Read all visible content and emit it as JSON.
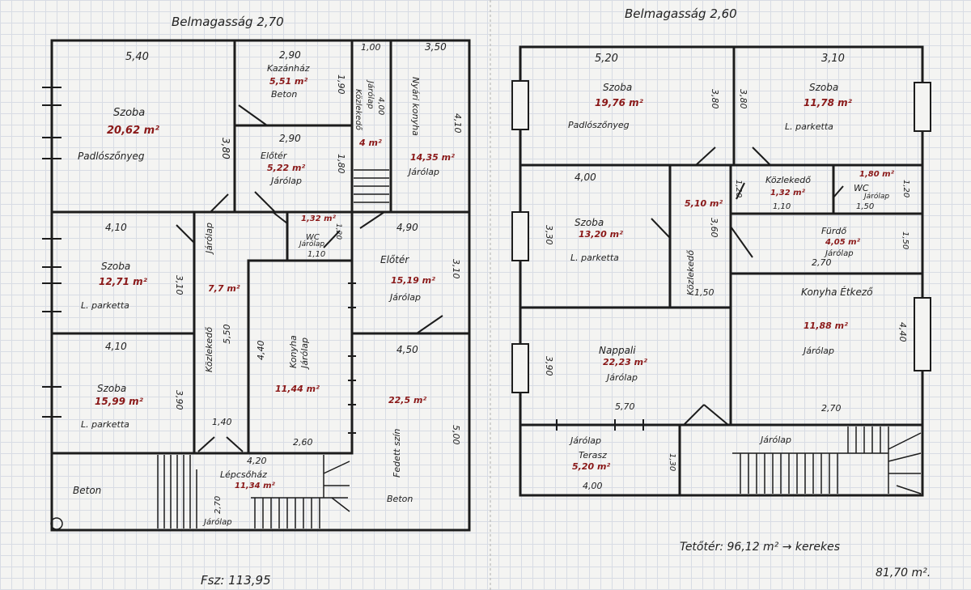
{
  "left_plan": {
    "ceiling_height": "Belmagasság 2,70",
    "total": "Fsz: 113,95",
    "rooms": {
      "room_1": {
        "width": "5,40",
        "name": "Szoba",
        "area": "20,62 m²",
        "floor": "Padlószőnyeg",
        "height": "3,80"
      },
      "bathroom": {
        "width": "2,90",
        "name": "Kazánház",
        "area": "5,51 m²",
        "floor": "Beton",
        "height": "1,90"
      },
      "corridor_small": {
        "width": "1,00",
        "name": "Közlekedő",
        "floor": "Járólap",
        "length": "4,00",
        "area": "4 m²"
      },
      "summer_kitchen": {
        "width": "3,50",
        "name": "Nyári konyha",
        "area": "14,35 m²",
        "floor": "Járólap",
        "height": "4,10"
      },
      "hall_1": {
        "width": "2,90",
        "name": "Előtér",
        "area": "5,22 m²",
        "floor": "Járólap",
        "height": "1,80"
      },
      "room_2": {
        "width": "4,10",
        "name": "Szoba",
        "area": "12,71 m²",
        "floor": "L. parketta",
        "height": "3,10"
      },
      "wc": {
        "area": "1,32 m²",
        "name": "WC",
        "floor": "Járólap",
        "width": "1,10",
        "height": "1,20"
      },
      "hall_2": {
        "width": "4,90",
        "name": "Előtér",
        "area": "15,19 m²",
        "floor": "Járólap",
        "height": "3,10"
      },
      "corridor_long": {
        "floor": "Járólap",
        "area": "7,7 m²",
        "name": "Közlekedő",
        "length": "5,50"
      },
      "kitchen": {
        "name": "Konyha",
        "floor": "Járólap",
        "area": "11,44 m²",
        "height": "4,40"
      },
      "room_3": {
        "width": "4,10",
        "name": "Szoba",
        "area": "15,99 m²",
        "floor": "L. parketta",
        "height": "3,90"
      },
      "covered_shed": {
        "width": "4,50",
        "area": "22,5 m²",
        "name": "Fedett szín",
        "floor": "Beton",
        "height": "5,00"
      },
      "stairwell": {
        "width": "4,20",
        "name": "Lépcsőház",
        "area": "11,34 m²",
        "floor": "Járólap",
        "height": "2,70"
      },
      "concrete_area": {
        "floor": "Beton"
      }
    },
    "misc_dims": {
      "d1": "1,40",
      "d2": "2,60"
    }
  },
  "right_plan": {
    "ceiling_height": "Belmagasság 2,60",
    "total_line": "Tetőtér: 96,12 m² → kerekes",
    "rounded": "81,70 m².",
    "rooms": {
      "room_a": {
        "width": "5,20",
        "name": "Szoba",
        "area": "19,76 m²",
        "floor": "Padlószőnyeg",
        "height": "3,80"
      },
      "room_b": {
        "width": "3,10",
        "name": "Szoba",
        "area": "11,78 m²",
        "floor": "L. parketta",
        "height": "3,80"
      },
      "room_c": {
        "width": "4,00",
        "name": "Szoba",
        "area": "13,20 m²",
        "floor": "L. parketta",
        "height": "3,30"
      },
      "corridor_a": {
        "area": "5,10 m²",
        "name": "Közlekedő",
        "height": "3,60",
        "width": "1,50"
      },
      "corridor_b": {
        "name": "Közlekedő",
        "area": "1,32 m²",
        "width": "1,10",
        "height": "1,20"
      },
      "wc": {
        "area": "1,80 m²",
        "name": "WC",
        "floor": "Járólap",
        "width": "1,50",
        "height": "1,20"
      },
      "bath": {
        "name": "Fürdő",
        "area": "4,05 m²",
        "floor": "Járólap",
        "width": "2,70",
        "height": "1,50"
      },
      "kitchen": {
        "name": "Konyha Étkező",
        "area": "11,88 m²",
        "floor": "Járólap",
        "height": "4,40"
      },
      "living": {
        "name": "Nappali",
        "area": "22,23 m²",
        "floor": "Járólap",
        "height": "3,90",
        "width": "5,70"
      },
      "terrace": {
        "floor": "Járólap",
        "name": "Terasz",
        "area": "5,20 m²",
        "width": "4,00",
        "height": "1,30"
      },
      "stair_landing": {
        "floor": "Járólap",
        "width": "2,70"
      }
    }
  }
}
